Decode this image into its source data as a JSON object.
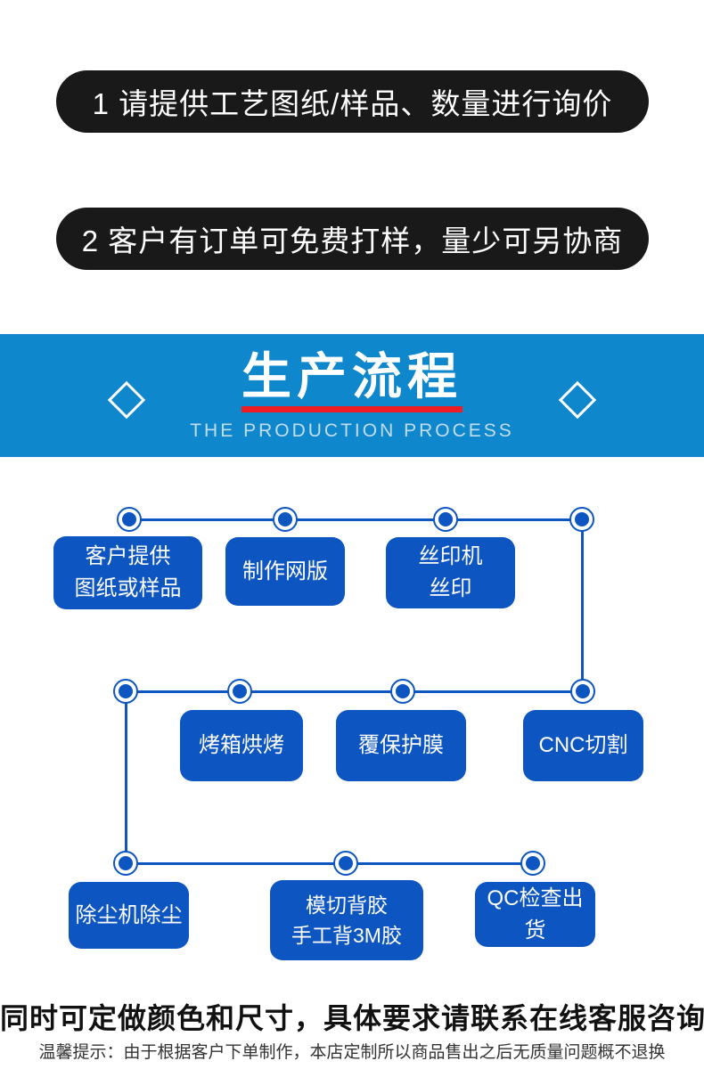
{
  "notices": [
    {
      "label": "1 请提供工艺图纸/样品、数量进行询价"
    },
    {
      "label": "2 客户有订单可免费打样，量少可另协商"
    }
  ],
  "banner": {
    "title": "生产流程",
    "subtitle": "THE PRODUCTION PROCESS"
  },
  "flow": {
    "steps": [
      {
        "label": "客户提供\n图纸或样品"
      },
      {
        "label": "制作网版"
      },
      {
        "label": "丝印机\n丝印"
      },
      {
        "label": "烤箱烘烤"
      },
      {
        "label": "覆保护膜"
      },
      {
        "label": "CNC切割"
      },
      {
        "label": "除尘机除尘"
      },
      {
        "label": "模切背胶\n手工背3M胶"
      },
      {
        "label": "QC检查出货"
      }
    ]
  },
  "footer": {
    "headline": "同时可定做颜色和尺寸，具体要求请联系在线客服咨询",
    "note": "温馨提示：由于根据客户下单制作，本店定制所以商品售出之后无质量问题概不退换"
  },
  "colors": {
    "banner_blue": "#0e87cc",
    "box_blue": "#0d55c0",
    "line_blue": "#0d55c0",
    "underline_red": "#ee1c23",
    "pill_black": "#191919",
    "subtitle_blue": "#c3ddf0",
    "headline_black": "#111111",
    "note_gray": "#333333"
  }
}
